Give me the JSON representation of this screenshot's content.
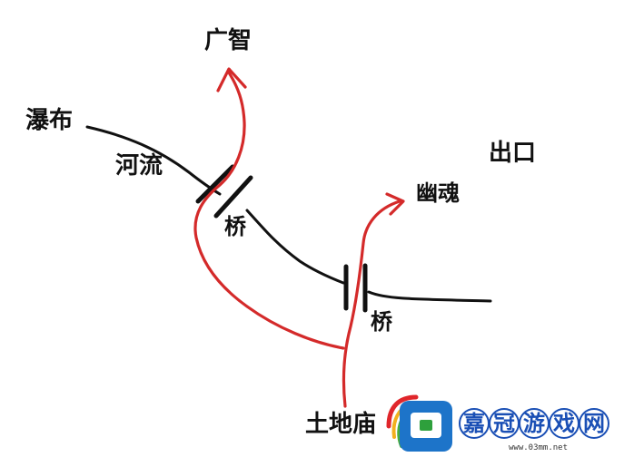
{
  "labels": {
    "waterfall": "瀑布",
    "river": "河流",
    "guangzhi": "广智",
    "exit": "出口",
    "ghost": "幽魂",
    "bridge_upper": "桥",
    "bridge_lower": "桥",
    "temple": "土地庙"
  },
  "watermark": {
    "chars": [
      "嘉",
      "冠",
      "游",
      "戏",
      "网"
    ],
    "url": "www.03mm.net"
  },
  "colors": {
    "route": "#d42a2a",
    "river": "#111111",
    "watermark": "#1a4fb5"
  }
}
